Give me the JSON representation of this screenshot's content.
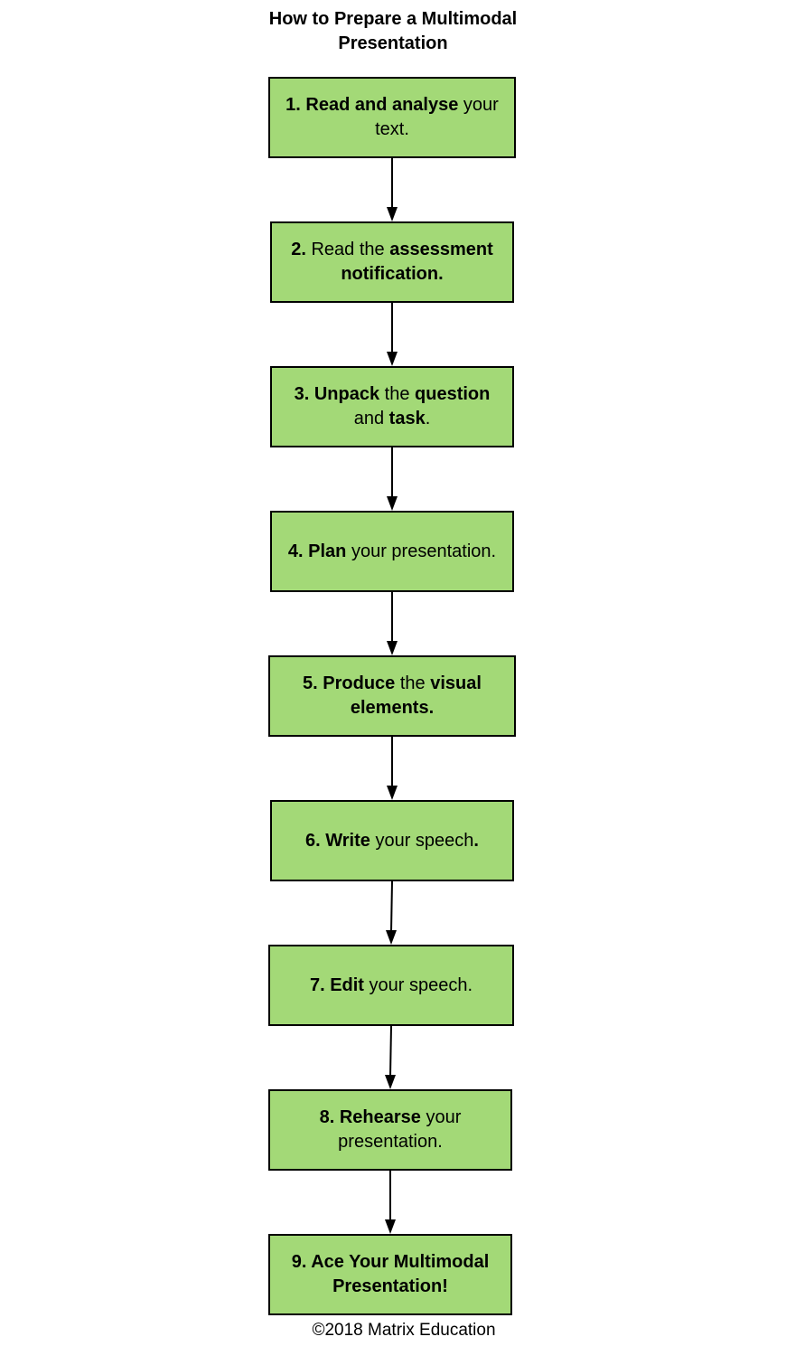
{
  "title": "How to Prepare a Multimodal Presentation",
  "colors": {
    "box_fill": "#a3d977",
    "box_border": "#000000",
    "arrow": "#000000"
  },
  "steps": [
    {
      "segments": [
        {
          "text": "1. Read and analyse",
          "bold": true
        },
        {
          "text": " your text.",
          "bold": false
        }
      ]
    },
    {
      "segments": [
        {
          "text": "2.",
          "bold": true
        },
        {
          "text": " Read the ",
          "bold": false
        },
        {
          "text": "assessment notification.",
          "bold": true
        }
      ]
    },
    {
      "segments": [
        {
          "text": "3. Unpack",
          "bold": true
        },
        {
          "text": " the ",
          "bold": false
        },
        {
          "text": "question",
          "bold": true
        },
        {
          "text": " and ",
          "bold": false
        },
        {
          "text": "task",
          "bold": true
        },
        {
          "text": ".",
          "bold": false
        }
      ]
    },
    {
      "segments": [
        {
          "text": "4. Plan",
          "bold": true
        },
        {
          "text": " your presentation.",
          "bold": false
        }
      ]
    },
    {
      "segments": [
        {
          "text": "5. Produce",
          "bold": true
        },
        {
          "text": " the ",
          "bold": false
        },
        {
          "text": "visual elements.",
          "bold": true
        }
      ]
    },
    {
      "segments": [
        {
          "text": "6. Write",
          "bold": true
        },
        {
          "text": " your speech",
          "bold": false
        },
        {
          "text": ".",
          "bold": true
        }
      ]
    },
    {
      "segments": [
        {
          "text": "7. Edit",
          "bold": true
        },
        {
          "text": " your speech.",
          "bold": false
        }
      ]
    },
    {
      "segments": [
        {
          "text": "8. Rehearse",
          "bold": true
        },
        {
          "text": " your presentation.",
          "bold": false
        }
      ]
    },
    {
      "segments": [
        {
          "text": "9. Ace Your Multimodal Presentation!",
          "bold": true
        }
      ]
    }
  ],
  "footer": "©2018 Matrix Education"
}
